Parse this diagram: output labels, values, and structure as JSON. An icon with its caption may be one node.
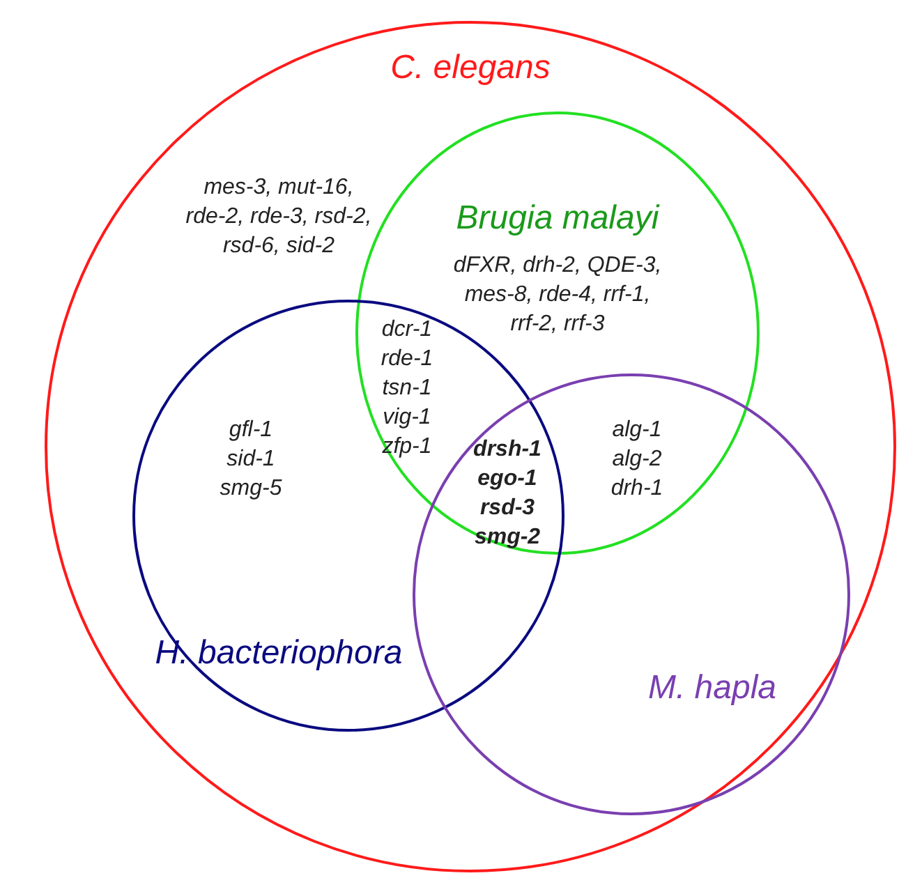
{
  "diagram": {
    "nodes": [
      {
        "text": [
          "C. elegans"
        ]
      },
      {
        "text": [
          "Brugia malayi"
        ],
        "in": 0
      },
      {
        "text": [
          "H. bacteriophora"
        ],
        "in": 0
      },
      {
        "text": [
          "M. hapla"
        ],
        "in": 0
      }
    ],
    "labels": [
      "mes-3, mut-16, rde-2, rde-3, rsd-2, rsd-6, sid-2",
      "dFXR, drh-2, QDE-3, mes-8, rde-4, rrf-1, rrf-2, rrf-3",
      "dcr-1 rde-1 tsn-1 vig-1 zfp-1",
      "gfl-1 sid-1 smg-5",
      "drsh-1 ego-1 rsd-3 smg-2",
      "alg-1 alg-2 drh-1"
    ]
  }
}
